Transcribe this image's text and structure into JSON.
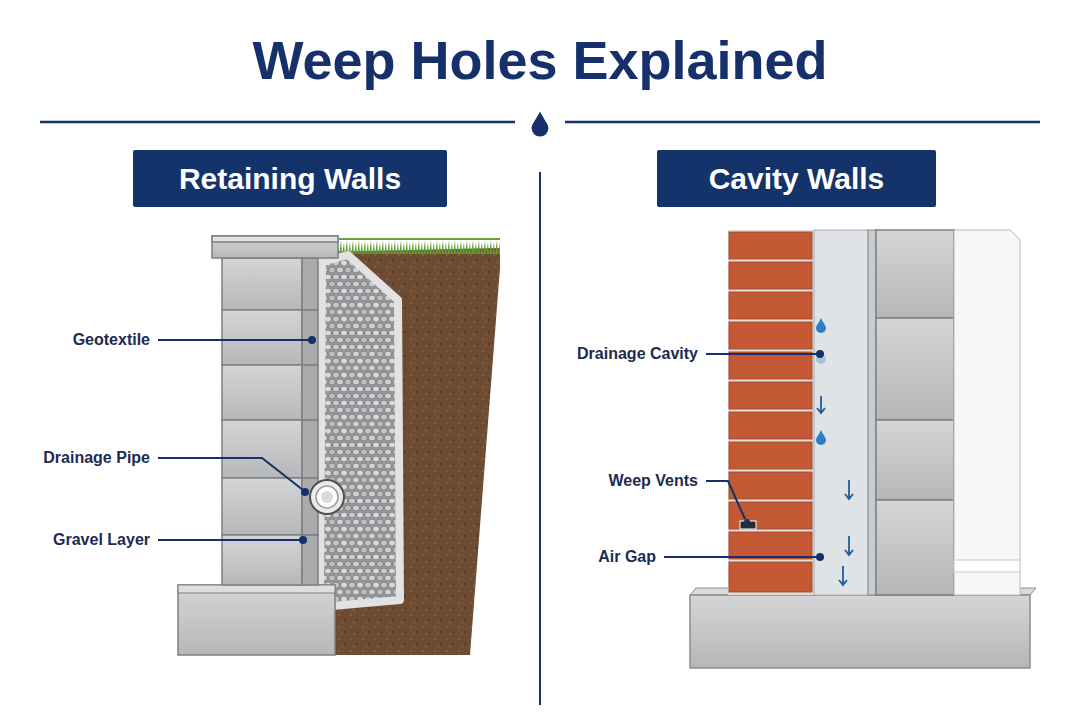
{
  "diagram": {
    "title": "Weep Holes Explained",
    "nodes": [
      {
        "text": [
          "Retaining Walls"
        ]
      },
      {
        "text": [
          "Cavity Walls"
        ]
      }
    ],
    "labels": [
      "Geotextile",
      "Drainage Pipe",
      "Gravel Layer",
      "Drainage Cavity",
      "Weep Vents",
      "Air Gap"
    ]
  }
}
